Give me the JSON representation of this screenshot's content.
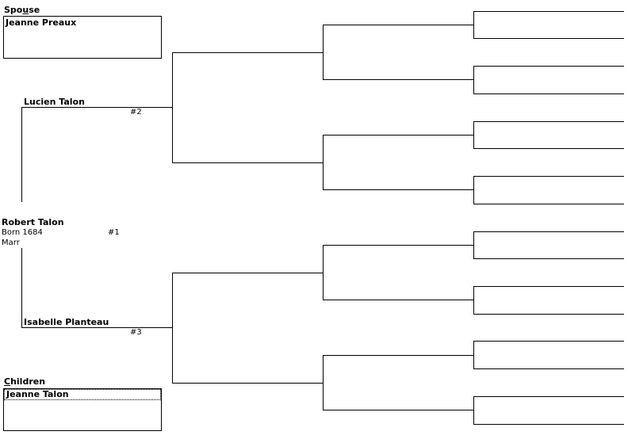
{
  "spouse": {
    "label_u": "u",
    "label_pre": "Spo",
    "label_post": "se",
    "name": "Jeanne Preaux"
  },
  "father": {
    "name": "Lucien Talon",
    "number": "#2"
  },
  "mother": {
    "name": "Isabelle Planteau",
    "number": "#3"
  },
  "primary": {
    "name": "Robert Talon",
    "born": "Born 1684",
    "married": "Marr",
    "number": "#1"
  },
  "children": {
    "label_u": "C",
    "label_post": "hildren",
    "items": [
      "Jeanne Talon"
    ]
  },
  "colors": {
    "lines": "#000000",
    "background": "#ffffff"
  }
}
